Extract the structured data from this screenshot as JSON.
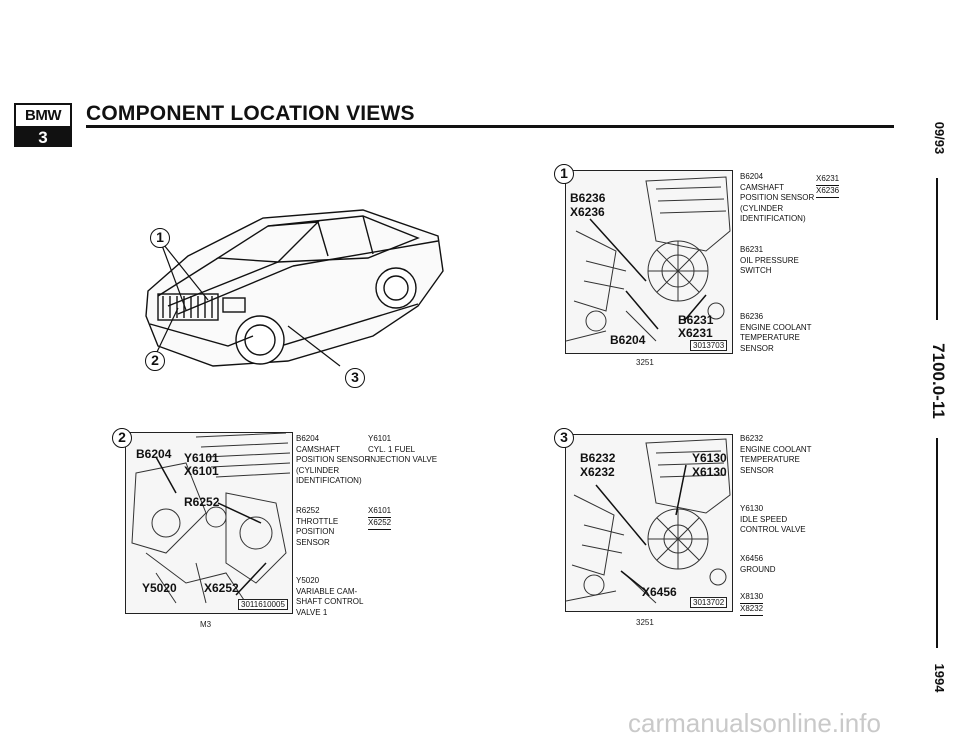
{
  "header": {
    "logo_top": "BMW",
    "logo_bottom": "3",
    "title": "COMPONENT LOCATION VIEWS"
  },
  "margin": {
    "date": "09/93",
    "page_number": "7100.0-11",
    "year": "1994"
  },
  "car": {
    "callout_1": "1",
    "callout_2": "2",
    "callout_3": "3"
  },
  "panel1": {
    "number": "1",
    "labels": [
      "B6236",
      "X6236",
      "B6231",
      "X6231",
      "B6204"
    ],
    "box_code": "3013703",
    "caption": "3251",
    "desc": [
      "B6204\nCAMSHAFT\nPOSITION SENSOR\n(CYLINDER\nIDENTIFICATION)",
      "B6231\nOIL PRESSURE\nSWITCH",
      "B6236\nENGINE COOLANT\nTEMPERATURE\nSENSOR"
    ],
    "connectors": [
      "X6231",
      "X6236"
    ]
  },
  "panel2": {
    "number": "2",
    "labels": [
      "B6204",
      "Y6101",
      "X6101",
      "R6252",
      "Y5020",
      "X6252"
    ],
    "box_code": "3011610005",
    "caption": "M3",
    "desc": [
      "B6204\nCAMSHAFT\nPOSITION SENSOR\n(CYLINDER\nIDENTIFICATION)",
      "R6252\nTHROTTLE\nPOSITION\nSENSOR",
      "Y5020\nVARIABLE CAM-\nSHAFT CONTROL\nVALVE 1"
    ],
    "desc_right": "Y6101\nCYL. 1 FUEL\nINJECTION VALVE",
    "connectors": [
      "X6101",
      "X6252"
    ]
  },
  "panel3": {
    "number": "3",
    "labels": [
      "B6232",
      "X6232",
      "Y6130",
      "X6130",
      "X6456"
    ],
    "box_code": "3013702",
    "caption": "3251",
    "desc": [
      "B6232\nENGINE COOLANT\nTEMPERATURE\nSENSOR",
      "Y6130\nIDLE SPEED\nCONTROL VALVE",
      "X6456\nGROUND"
    ],
    "connectors": [
      "X8130",
      "X8232"
    ]
  },
  "watermark": "carmanualsonline.info"
}
